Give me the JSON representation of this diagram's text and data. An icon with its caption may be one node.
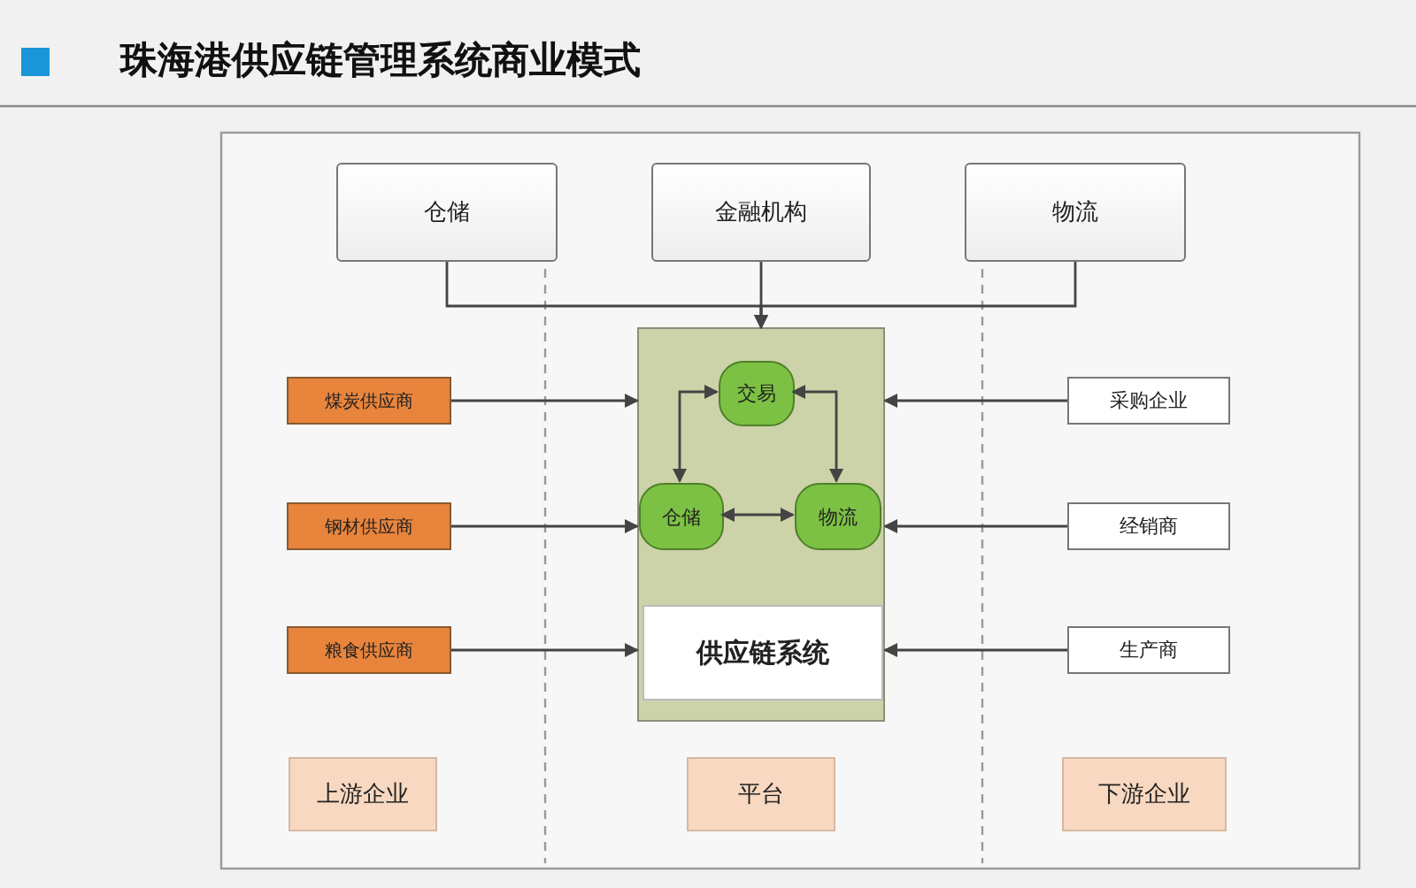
{
  "diagram": {
    "title": "珠海港供应链管理系统商业模式",
    "nodes": [
      {
        "text": [
          "仓储"
        ]
      },
      {
        "text": [
          "金融机构"
        ]
      },
      {
        "text": [
          "物流"
        ]
      },
      {
        "text": [],
        "shape": "box"
      },
      {
        "text": [
          "交易"
        ],
        "in": 3
      },
      {
        "text": [
          "仓储"
        ],
        "in": 3
      },
      {
        "text": [
          "物流"
        ],
        "in": 3
      },
      {
        "text": [
          "供应链系统"
        ],
        "in": 3
      },
      {
        "text": [
          "煤炭供应商"
        ]
      },
      {
        "text": [
          "钢材供应商"
        ]
      },
      {
        "text": [
          "粮食供应商"
        ]
      },
      {
        "text": [
          "采购企业"
        ]
      },
      {
        "text": [
          "经销商"
        ]
      },
      {
        "text": [
          "生产商"
        ]
      },
      {
        "text": [
          "上游企业"
        ]
      },
      {
        "text": [
          "平台"
        ]
      },
      {
        "text": [
          "下游企业"
        ]
      }
    ],
    "edges": [
      {
        "from": 0,
        "to": 3,
        "arrow": "to"
      },
      {
        "from": 1,
        "to": 3,
        "arrow": "to"
      },
      {
        "from": 2,
        "to": 3,
        "arrow": "to"
      },
      {
        "from": 4,
        "to": 5,
        "arrow": "both"
      },
      {
        "from": 4,
        "to": 6,
        "arrow": "both"
      },
      {
        "from": 5,
        "to": 6,
        "arrow": "both"
      },
      {
        "from": 8,
        "to": 3,
        "arrow": "to"
      },
      {
        "from": 9,
        "to": 3,
        "arrow": "to"
      },
      {
        "from": 10,
        "to": 7,
        "arrow": "to"
      },
      {
        "from": 11,
        "to": 3,
        "arrow": "to"
      },
      {
        "from": 12,
        "to": 3,
        "arrow": "to"
      },
      {
        "from": 13,
        "to": 7,
        "arrow": "to"
      }
    ]
  }
}
